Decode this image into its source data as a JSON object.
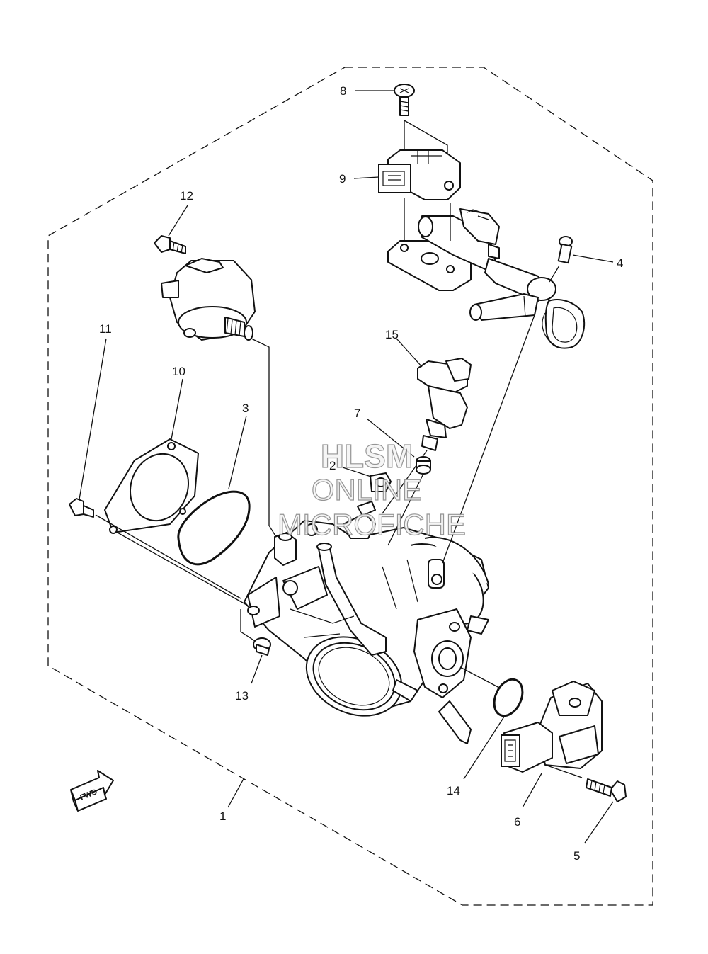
{
  "callouts": [
    "1",
    "2",
    "3",
    "4",
    "5",
    "6",
    "7",
    "8",
    "9",
    "10",
    "11",
    "12",
    "13",
    "14",
    "15"
  ],
  "watermark": {
    "line1": "HLSM",
    "line2": "ONLINE",
    "line3": "MICROFICHE"
  },
  "fwd_label": "FWD",
  "colors": {
    "line": "#111111",
    "background": "#ffffff",
    "watermark": "#8a8a8a"
  }
}
